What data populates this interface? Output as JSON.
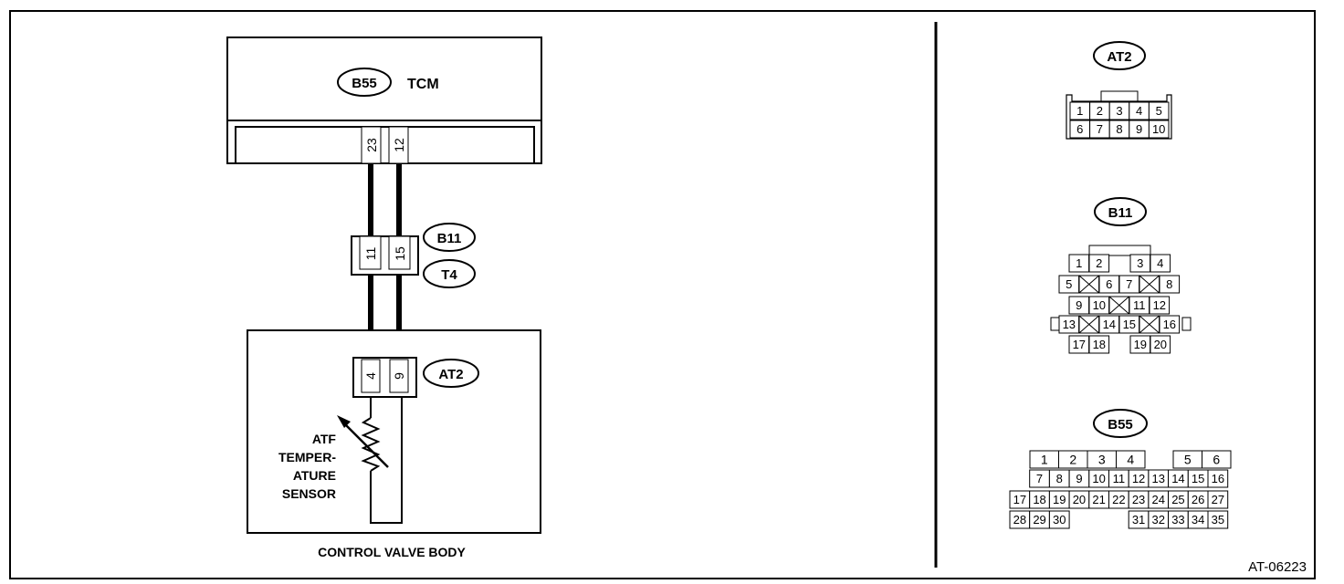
{
  "tcm": {
    "connector": "B55",
    "title": "TCM",
    "pins": [
      "23",
      "12"
    ]
  },
  "junction": {
    "connector_top": "B11",
    "connector_bottom": "T4",
    "pins": [
      "11",
      "15"
    ]
  },
  "control_valve_body": {
    "title": "CONTROL VALVE BODY",
    "connector": "AT2",
    "pins": [
      "4",
      "9"
    ],
    "sensor_label": [
      "ATF",
      "TEMPER-",
      "ATURE",
      "SENSOR"
    ]
  },
  "connector_views": {
    "at2": {
      "label": "AT2",
      "rows": [
        [
          "1",
          "2",
          "3",
          "4",
          "5"
        ],
        [
          "6",
          "7",
          "8",
          "9",
          "10"
        ]
      ]
    },
    "b11": {
      "label": "B11",
      "rows": [
        [
          "1",
          "2",
          "3",
          "4"
        ],
        [
          "5",
          "6",
          "7",
          "8"
        ],
        [
          "9",
          "10",
          "11",
          "12"
        ],
        [
          "13",
          "14",
          "15",
          "16"
        ],
        [
          "17",
          "18",
          "19",
          "20"
        ]
      ]
    },
    "b55": {
      "label": "B55",
      "rows": [
        [
          "1",
          "2",
          "3",
          "4",
          "5",
          "6"
        ],
        [
          "7",
          "8",
          "9",
          "10",
          "11",
          "12",
          "13",
          "14",
          "15",
          "16"
        ],
        [
          "17",
          "18",
          "19",
          "20",
          "21",
          "22",
          "23",
          "24",
          "25",
          "26",
          "27"
        ],
        [
          "28",
          "29",
          "30",
          "31",
          "32",
          "33",
          "34",
          "35"
        ]
      ]
    }
  },
  "figure_id": "AT-06223"
}
